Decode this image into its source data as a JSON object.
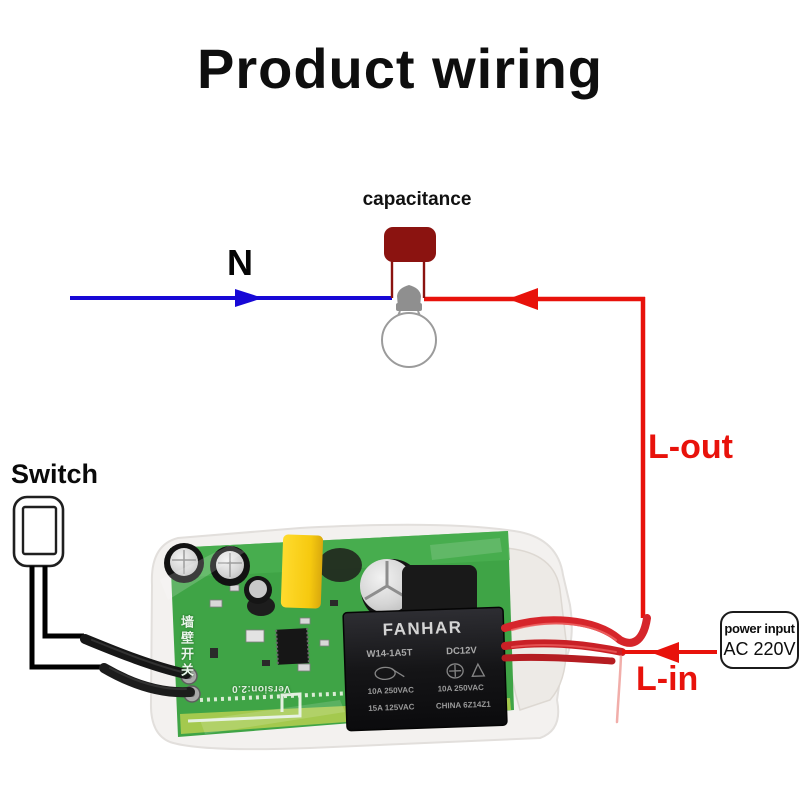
{
  "title": "Product wiring",
  "labels": {
    "capacitance": "capacitance",
    "neutral": "N",
    "l_out": "L-out",
    "l_in": "L-in",
    "switch": "Switch"
  },
  "power_input_box": {
    "line1": "power input",
    "line2": "AC 220V"
  },
  "pcb": {
    "relay": {
      "brand": "FANHAR",
      "model": "W14-1A5T",
      "voltage": "DC12V",
      "rating_row1_left": "10A 250VAC",
      "rating_row1_right": "10A 250VAC",
      "rating_row2_left": "15A 125VAC",
      "rating_row2_right": "CHINA 6Z14Z1"
    },
    "silkscreen_vertical": "墙壁开关",
    "silkscreen_version": "Version:2.0"
  },
  "colors": {
    "wire_blue": "#1708d6",
    "wire_red": "#e8120b",
    "capacitor_body": "#8b1310",
    "pcb_green": "#3fa446",
    "pcb_edge_green": "#a4c94e",
    "relay_black": "#1a1a1e",
    "film_cap_yellow": "#fdd21c",
    "label_black": "#0e0e0e"
  }
}
